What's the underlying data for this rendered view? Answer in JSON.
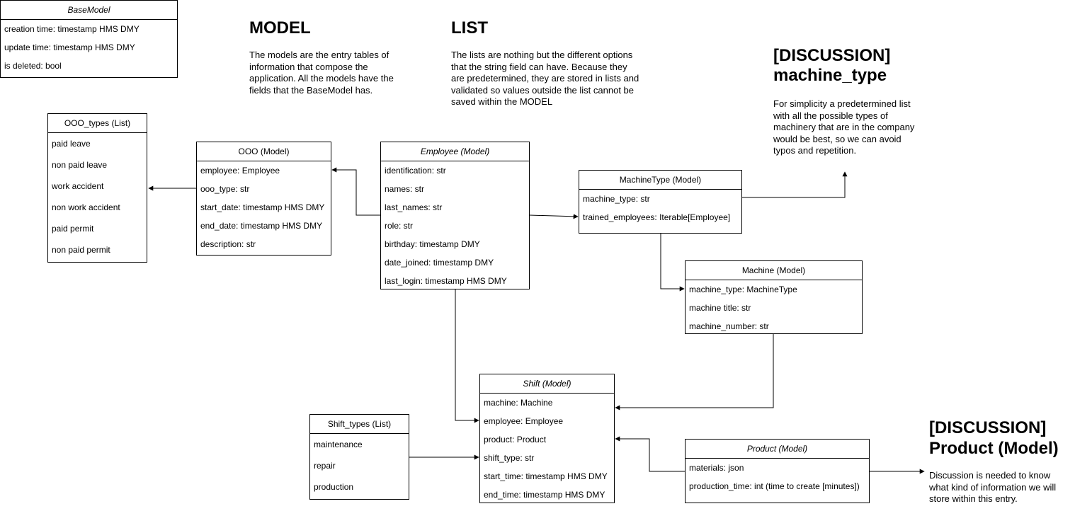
{
  "boxes": {
    "basemodel": {
      "title": "BaseModel",
      "rows": [
        "creation time: timestamp HMS DMY",
        "update time: timestamp HMS DMY",
        "is deleted: bool"
      ]
    },
    "ooo_types": {
      "title": "OOO_types (List)",
      "rows": [
        "paid leave",
        "non paid leave",
        "work accident",
        "non work accident",
        "paid permit",
        "non paid permit"
      ]
    },
    "ooo": {
      "title": "OOO (Model)",
      "rows": [
        "employee: Employee",
        "ooo_type: str",
        "start_date: timestamp HMS DMY",
        "end_date: timestamp HMS DMY",
        "description: str"
      ]
    },
    "employee": {
      "title": "Employee (Model)",
      "rows": [
        "identification: str",
        "names: str",
        "last_names: str",
        "role: str",
        "birthday: timestamp DMY",
        "date_joined: timestamp DMY",
        "last_login: timestamp HMS DMY"
      ]
    },
    "machinetype": {
      "title": "MachineType (Model)",
      "rows": [
        "machine_type: str",
        "trained_employees: Iterable[Employee]"
      ]
    },
    "machine": {
      "title": "Machine (Model)",
      "rows": [
        "machine_type: MachineType",
        "machine title: str",
        "machine_number: str"
      ]
    },
    "shift": {
      "title": "Shift (Model)",
      "rows": [
        "machine: Machine",
        "employee: Employee",
        "product: Product",
        "shift_type: str",
        "start_time: timestamp HMS DMY",
        "end_time: timestamp HMS DMY"
      ]
    },
    "shift_types": {
      "title": "Shift_types (List)",
      "rows": [
        "maintenance",
        "repair",
        "production"
      ]
    },
    "product": {
      "title": "Product (Model)",
      "rows": [
        "materials: json",
        "production_time: int (time to create [minutes])"
      ]
    }
  },
  "notes": {
    "model": {
      "title": "MODEL",
      "body": "The models are the entry tables of information that compose the application. All the models have the fields that the BaseModel has."
    },
    "list": {
      "title": "LIST",
      "body": "The lists are nothing but the different options that the string field can have. Because they are predetermined, they are stored in lists and validated so values outside the list cannot be saved within the MODEL"
    },
    "machine_type": {
      "title_line1": "[DISCUSSION]",
      "title_line2": "machine_type",
      "body": "For simplicity a predetermined list with all the possible types of machinery that are in the company would be best, so we can avoid typos and repetition."
    },
    "product": {
      "title_line1": "[DISCUSSION]",
      "title_line2": "Product (Model)",
      "body": "Discussion is needed to know what kind of information we will store within this entry."
    }
  }
}
